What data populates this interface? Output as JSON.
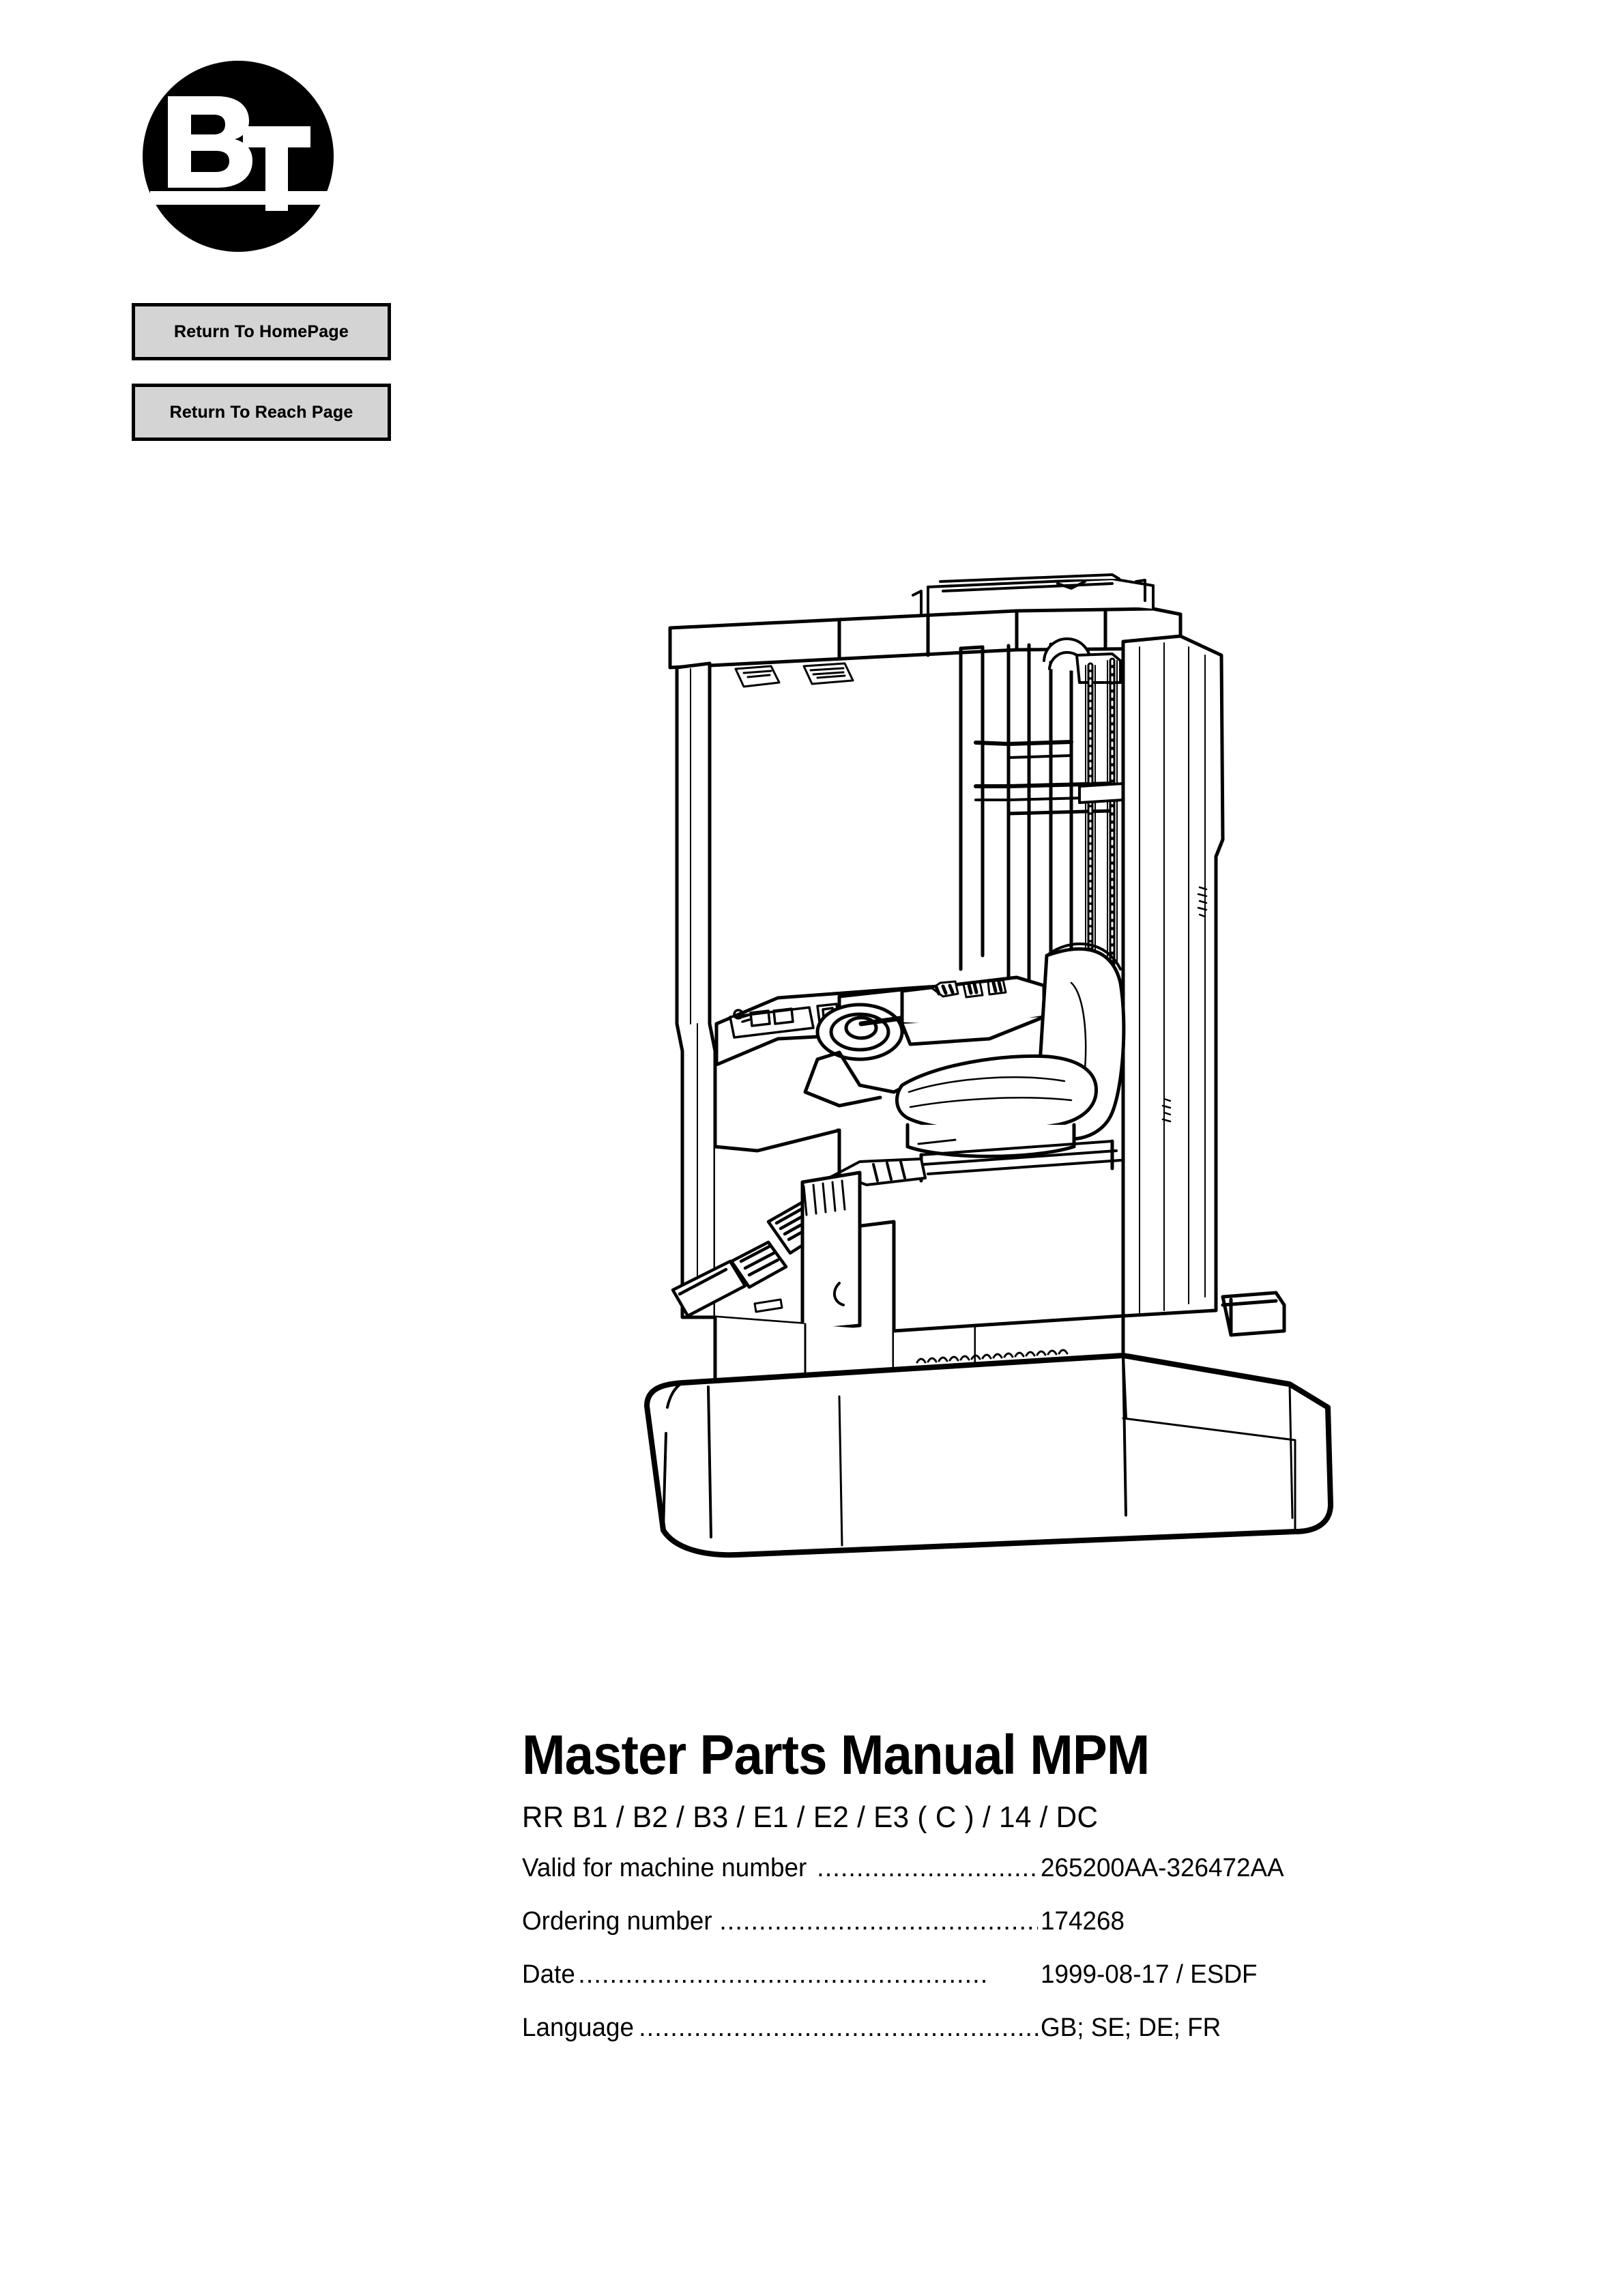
{
  "logo": {
    "brand": "BT",
    "letter_b": "B",
    "letter_t": "T",
    "alt": "bt-logo"
  },
  "nav": {
    "home_button": "Return To HomePage",
    "reach_button": "Return To Reach Page"
  },
  "illustration": {
    "name": "reach-truck-line-drawing",
    "caption": ""
  },
  "title": {
    "main": "Master Parts Manual MPM",
    "subtitle": "RR B1 / B2 / B3 / E1 / E2 / E3 ( C ) / 14 / DC"
  },
  "specs": [
    {
      "label": "Valid for machine number",
      "leader": "....................................................",
      "value": "265200AA-326472AA"
    },
    {
      "label": "Ordering number",
      "leader": "....................................................",
      "value": "174268"
    },
    {
      "label": "Date",
      "leader": "....................................................",
      "value": "1999-08-17 / ESDF"
    },
    {
      "label": "Language",
      "leader": "....................................................",
      "value": "GB; SE; DE; FR"
    }
  ],
  "colors": {
    "ink": "#000000",
    "button_face": "#d4d4d4",
    "page": "#ffffff"
  }
}
